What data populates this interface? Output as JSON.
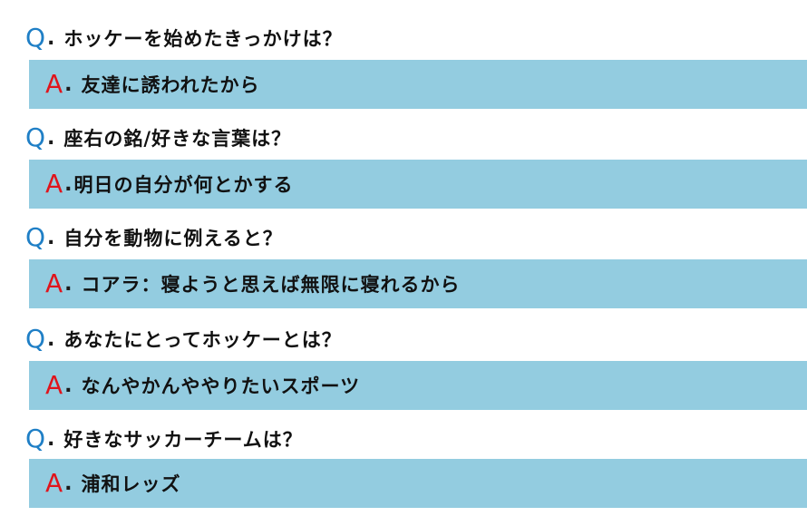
{
  "labels": {
    "q": "Q",
    "a": "A",
    "dot": "."
  },
  "colors": {
    "q_accent": "#1f7fc6",
    "a_accent": "#e0141c",
    "answer_background": "#93cce0",
    "text": "#111111"
  },
  "items": [
    {
      "question": "ホッケーを始めたきっかけは？",
      "answer": "友達に誘われたから"
    },
    {
      "question": "座右の銘/好きな言葉は？",
      "answer": "明日の自分が何とかする"
    },
    {
      "question": "自分を動物に例えると？",
      "answer": "コアラ：寝ようと思えば無限に寝れるから"
    },
    {
      "question": "あなたにとってホッケーとは？",
      "answer": "なんやかんややりたいスポーツ"
    },
    {
      "question": "好きなサッカーチームは？",
      "answer": "浦和レッズ"
    }
  ]
}
